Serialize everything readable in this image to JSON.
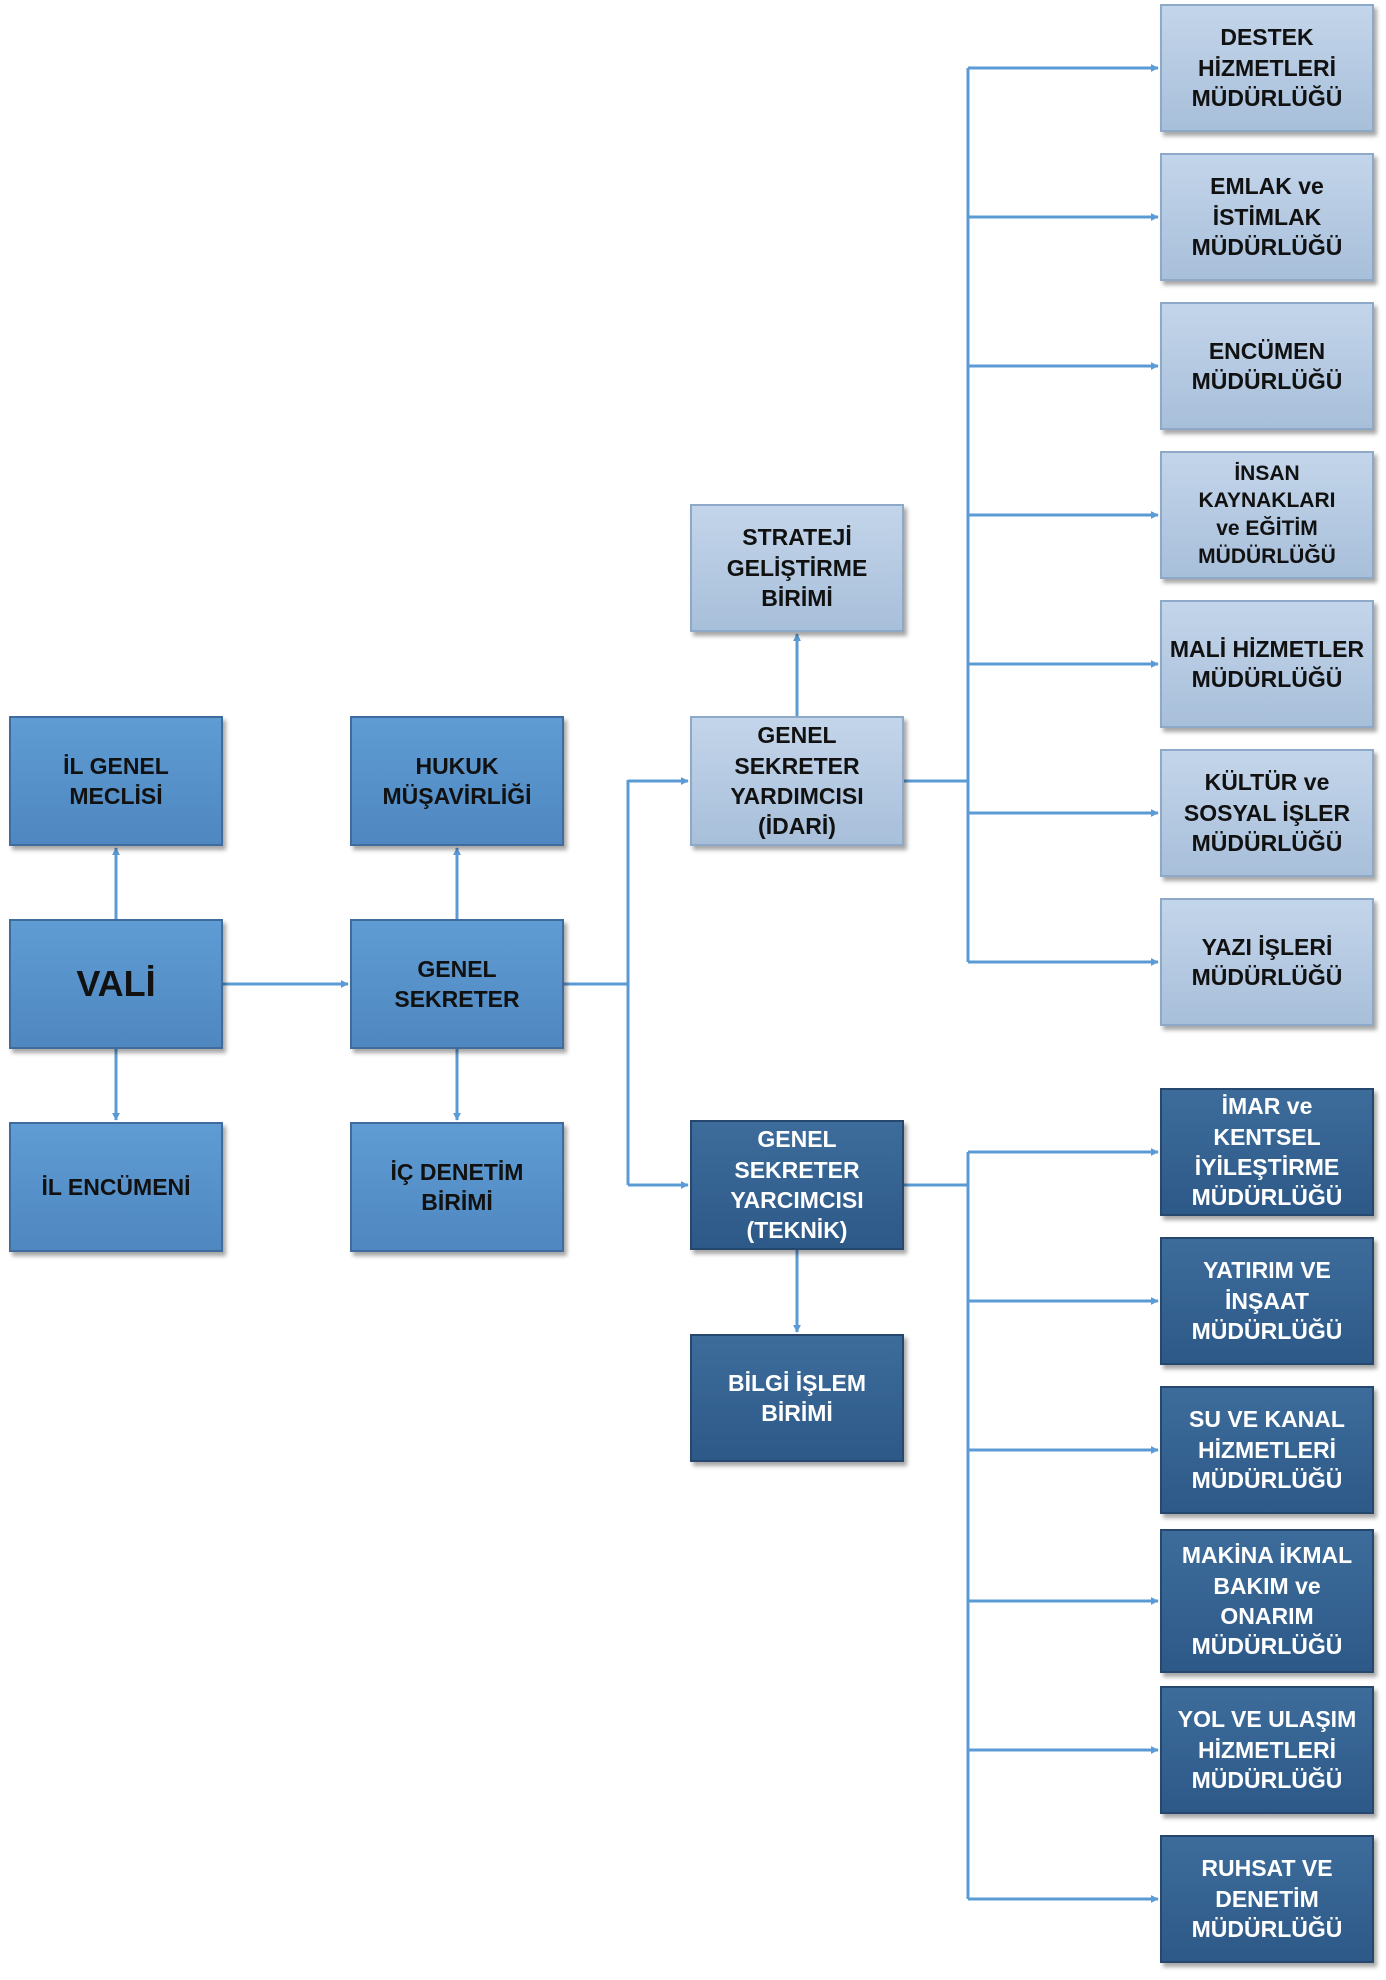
{
  "colors": {
    "line": "#5b9bd5",
    "mid": "#5591cc",
    "light": "#b4c9e2",
    "dark": "#34628f"
  },
  "nodes": {
    "vali": "VALİ",
    "il_genel_meclisi": "İL GENEL MECLİSİ",
    "il_encumeni": "İL ENCÜMENİ",
    "genel_sekreter": "GENEL SEKRETER",
    "hukuk": "HUKUK\nMÜŞAVİRLİĞİ",
    "ic_denetim": "İÇ DENETİM\nBİRİMİ",
    "gsy_idari": "GENEL SEKRETER\nYARDIMCISI\n(İDARİ)",
    "strateji": "STRATEJİ\nGELİŞTİRME\nBİRİMİ",
    "gsy_teknik": "GENEL SEKRETER\nYARCIMCISI\n(TEKNİK)",
    "bilgi_islem": "BİLGİ İŞLEM\nBİRİMİ"
  },
  "idari_units": [
    "DESTEK\nHİZMETLERİ\nMÜDÜRLÜĞÜ",
    "EMLAK ve\nİSTİMLAK\nMÜDÜRLÜĞÜ",
    "ENCÜMEN\nMÜDÜRLÜĞÜ",
    "İNSAN KAYNAKLARI\nve EĞİTİM\nMÜDÜRLÜĞÜ",
    "MALİ HİZMETLER\nMÜDÜRLÜĞÜ",
    "KÜLTÜR ve\nSOSYAL İŞLER\nMÜDÜRLÜĞÜ",
    "YAZI İŞLERİ\nMÜDÜRLÜĞÜ"
  ],
  "teknik_units": [
    "İMAR ve KENTSEL\nİYİLEŞTİRME\nMÜDÜRLÜĞÜ",
    "YATIRIM VE\nİNŞAAT\nMÜDÜRLÜĞÜ",
    "SU VE KANAL\nHİZMETLERİ\nMÜDÜRLÜĞÜ",
    "MAKİNA İKMAL\nBAKIM ve\nONARIM\nMÜDÜRLÜĞÜ",
    "YOL VE ULAŞIM\nHİZMETLERİ\nMÜDÜRLÜĞÜ",
    "RUHSAT VE\nDENETİM\nMÜDÜRLÜĞÜ"
  ]
}
